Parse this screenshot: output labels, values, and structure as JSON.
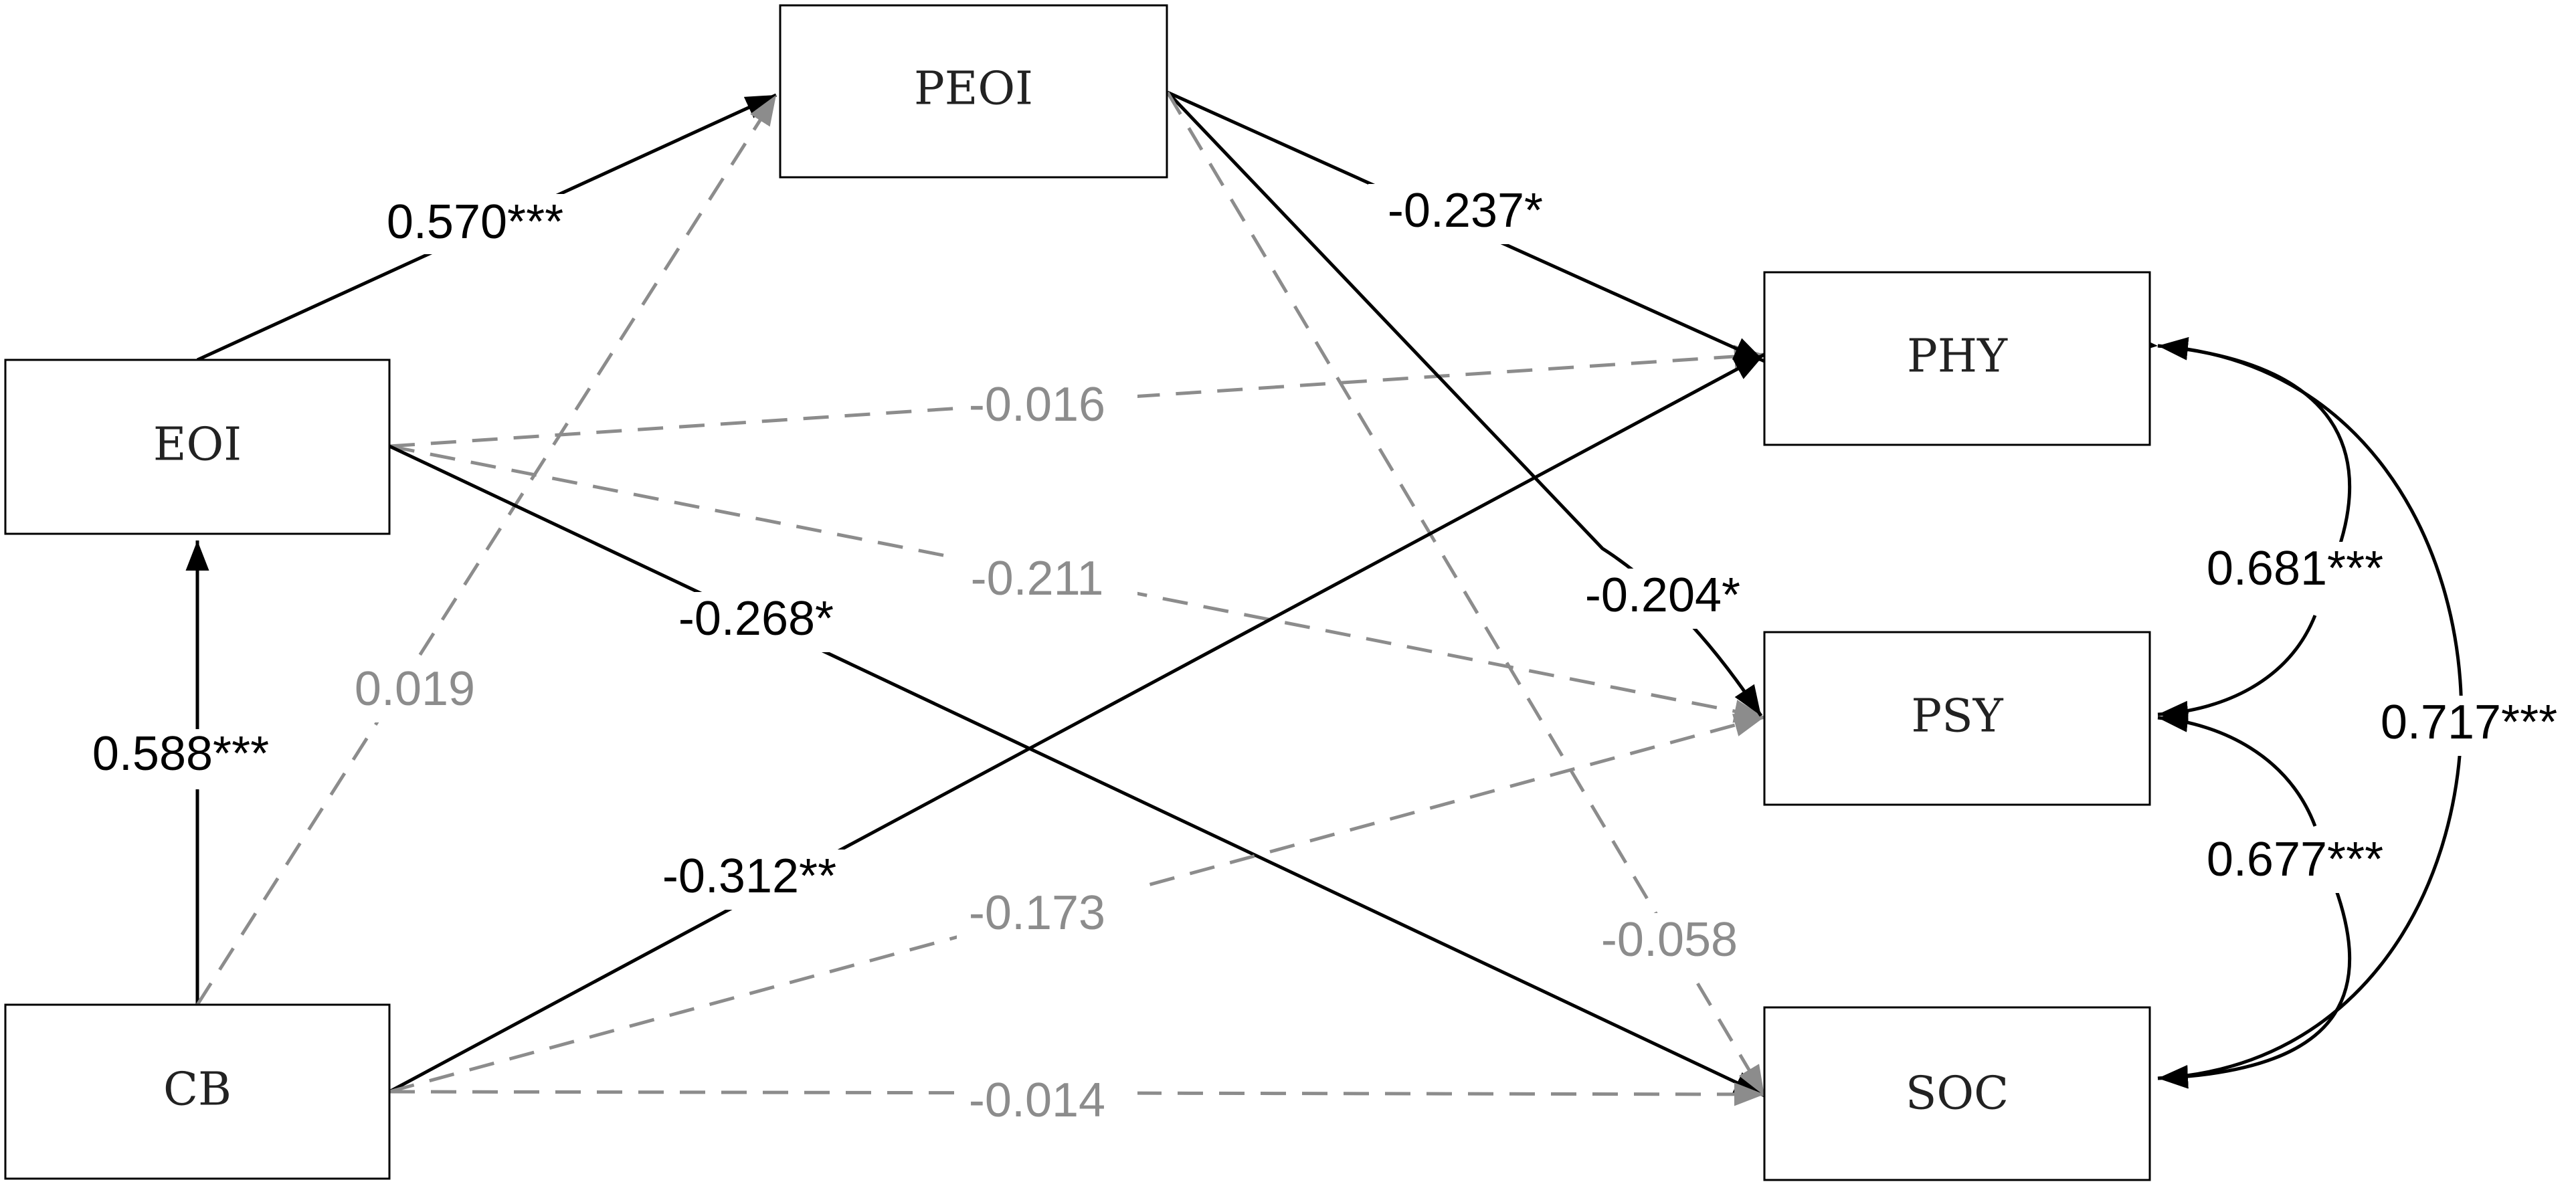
{
  "colors": {
    "significant": "#000000",
    "nonsignificant": "#8c8c8c",
    "box_border": "#000000"
  },
  "nodes": {
    "peoi": "PEOI",
    "eoi": "EOI",
    "cb": "CB",
    "phy": "PHY",
    "psy": "PSY",
    "soc": "SOC"
  },
  "paths": {
    "eoi_peoi": "0.570***",
    "cb_eoi": "0.588***",
    "cb_peoi": "0.019",
    "eoi_phy": "-0.016",
    "eoi_psy": "-0.211",
    "eoi_soc": "-0.268*",
    "peoi_phy": "-0.237*",
    "peoi_psy": "-0.204*",
    "peoi_soc": "-0.058",
    "cb_phy": "-0.312**",
    "cb_psy": "-0.173",
    "cb_soc": "-0.014"
  },
  "correlations": {
    "phy_psy": "0.681***",
    "psy_soc": "0.677***",
    "phy_soc": "0.717***"
  }
}
